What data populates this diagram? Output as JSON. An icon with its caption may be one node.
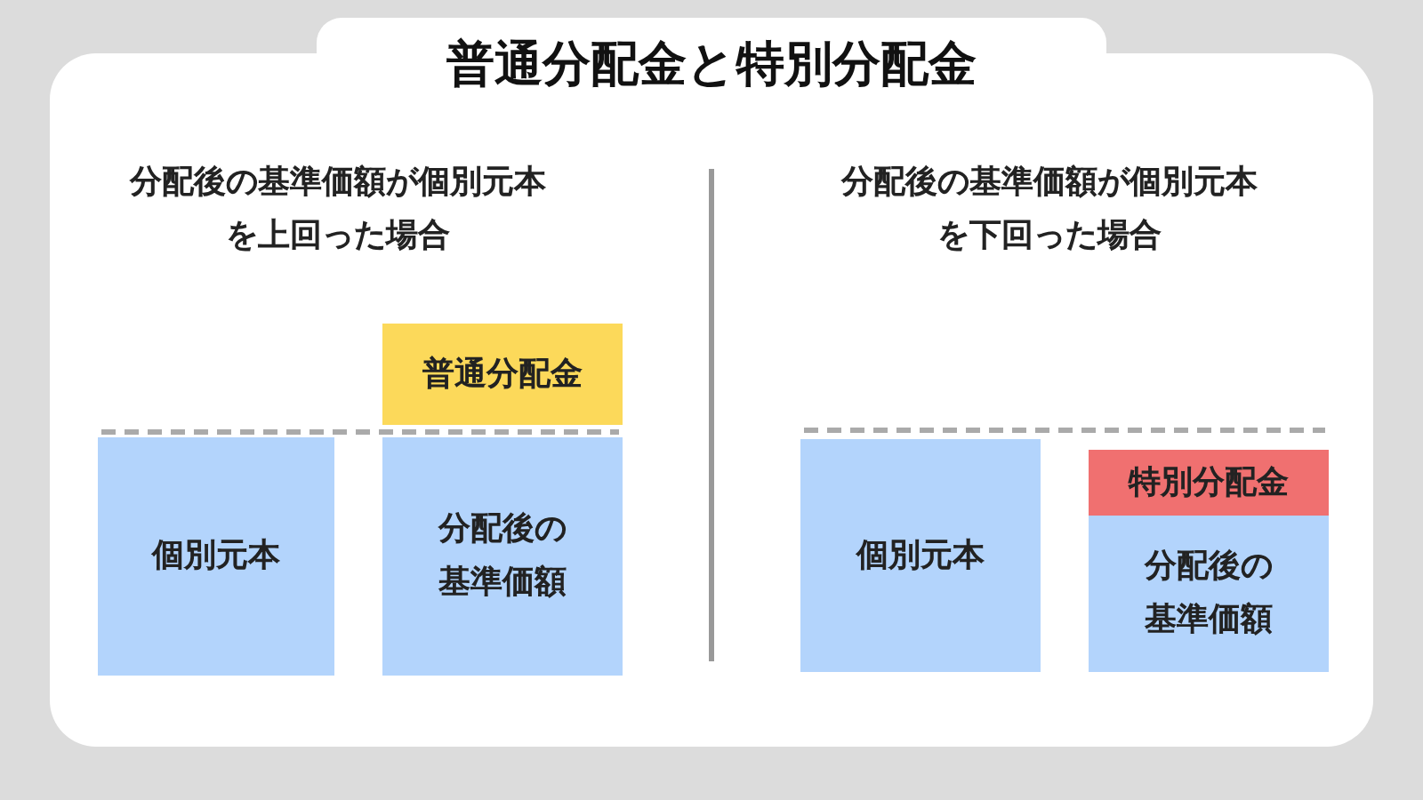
{
  "diagram": {
    "title": "普通分配金と特別分配金",
    "nodes": [
      {
        "text": [
          "個別元本"
        ]
      },
      {
        "text": [
          "普通分配金"
        ]
      },
      {
        "text": [
          "分配後の基準価額"
        ]
      },
      {
        "text": [
          "個別元本"
        ]
      },
      {
        "text": [
          "特別分配金"
        ]
      },
      {
        "text": [
          "分配後の基準価額"
        ]
      }
    ],
    "labels": [
      "分配後の基準価額が個別元本を上回った場合",
      "分配後の基準価額が個別元本を下回った場合"
    ]
  }
}
